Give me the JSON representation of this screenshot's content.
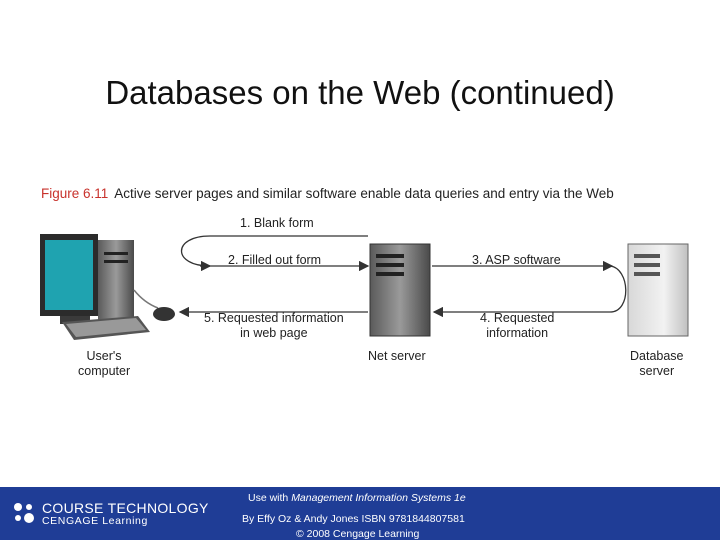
{
  "slide": {
    "title": "Databases on the Web (continued)"
  },
  "figure": {
    "number": "Figure 6.11",
    "caption": "Active server pages and similar software enable data queries and entry via the Web",
    "arrows": {
      "a1": "1. Blank form",
      "a2": "2. Filled out form",
      "a3": "3. ASP software",
      "a4_line1": "4. Requested",
      "a4_line2": "information",
      "a5_line1": "5. Requested information",
      "a5_line2": "in web page"
    },
    "nodes": {
      "user_line1": "User's",
      "user_line2": "computer",
      "net_server": "Net server",
      "db_line1": "Database",
      "db_line2": "server"
    },
    "colors": {
      "caption_number": "#c8322c",
      "screen": "#1fa3b0"
    }
  },
  "footer": {
    "logo_line1": "COURSE TECHNOLOGY",
    "logo_line2": "CENGAGE Learning",
    "use_prefix": "Use with ",
    "book_title": "Management Information Systems 1e",
    "authors": "By Effy Oz & Andy Jones ISBN 9781844807581",
    "copyright": "© 2008 Cengage Learning",
    "bg_color": "#1f3d96"
  }
}
